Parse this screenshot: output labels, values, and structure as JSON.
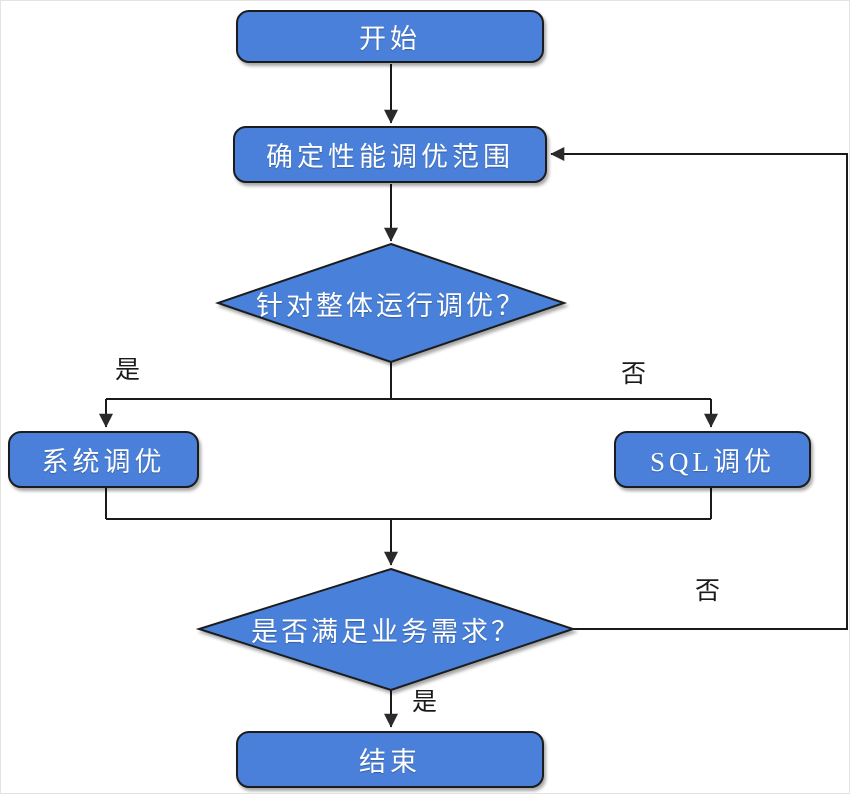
{
  "diagram": {
    "type": "flowchart",
    "language": "zh-CN",
    "colors": {
      "node_fill": "#4a80d9",
      "node_border": "#1c1c1c",
      "node_text": "#ffffff",
      "connector": "#1a1a1a",
      "edge_label_text": "#1a1a1a",
      "background": "#ffffff"
    },
    "nodes": [
      {
        "id": "start",
        "shape": "rounded-rect",
        "label": "开始"
      },
      {
        "id": "define-scope",
        "shape": "rounded-rect",
        "label": "确定性能调优范围"
      },
      {
        "id": "decision-overall",
        "shape": "diamond",
        "label": "针对整体运行调优？"
      },
      {
        "id": "system-tuning",
        "shape": "rounded-rect",
        "label": "系统调优"
      },
      {
        "id": "sql-tuning",
        "shape": "rounded-rect",
        "label": "SQL调优"
      },
      {
        "id": "decision-satisfy",
        "shape": "diamond",
        "label": "是否满足业务需求？"
      },
      {
        "id": "end",
        "shape": "rounded-rect",
        "label": "结束"
      }
    ],
    "edges": [
      {
        "from": "start",
        "to": "define-scope",
        "label": ""
      },
      {
        "from": "define-scope",
        "to": "decision-overall",
        "label": ""
      },
      {
        "from": "decision-overall",
        "to": "system-tuning",
        "label": "是"
      },
      {
        "from": "decision-overall",
        "to": "sql-tuning",
        "label": "否"
      },
      {
        "from": "system-tuning",
        "to": "decision-satisfy",
        "label": ""
      },
      {
        "from": "sql-tuning",
        "to": "decision-satisfy",
        "label": ""
      },
      {
        "from": "decision-satisfy",
        "to": "end",
        "label": "是"
      },
      {
        "from": "decision-satisfy",
        "to": "define-scope",
        "label": "否"
      }
    ]
  }
}
